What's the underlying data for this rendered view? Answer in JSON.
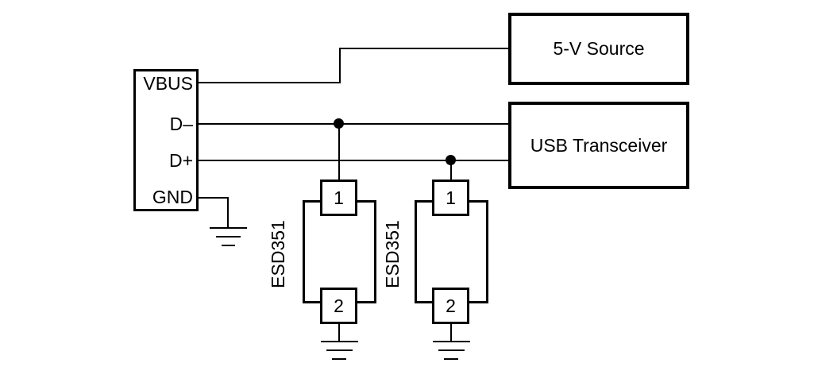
{
  "diagram": {
    "type": "circuit-schematic",
    "background_color": "#ffffff",
    "line_color": "#000000",
    "connector": {
      "pins": [
        {
          "label": "VBUS"
        },
        {
          "label": "D–"
        },
        {
          "label": "D+"
        },
        {
          "label": "GND"
        }
      ]
    },
    "blocks": {
      "source": {
        "label": "5-V Source"
      },
      "transceiver": {
        "label": "USB Transceiver"
      }
    },
    "components": [
      {
        "name": "ESD351",
        "top_pin": "1",
        "bottom_pin": "2"
      },
      {
        "name": "ESD351",
        "top_pin": "1",
        "bottom_pin": "2"
      }
    ]
  }
}
